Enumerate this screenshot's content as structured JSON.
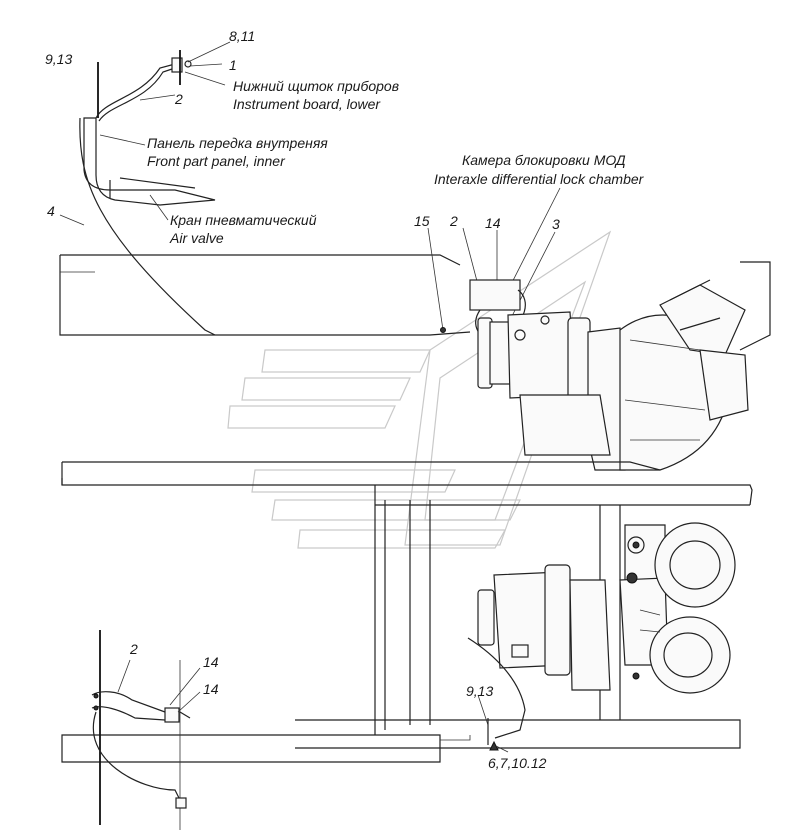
{
  "callouts": {
    "c_8_11": "8,11",
    "c_9_13_top": "9,13",
    "c_1": "1",
    "c_2_top": "2",
    "c_4": "4",
    "c_15": "15",
    "c_2_mid": "2",
    "c_14_mid": "14",
    "c_3": "3",
    "c_2_bottom": "2",
    "c_14_a": "14",
    "c_14_b": "14",
    "c_9_13_bottom": "9,13",
    "c_6_7_10_12": "6,7,10.12"
  },
  "captions": {
    "instrument_board_ru": "Нижний щиток приборов",
    "instrument_board_en": "Instrument board, lower",
    "front_panel_ru": "Панель передка внутреняя",
    "front_panel_en": "Front part panel, inner",
    "air_valve_ru": "Кран пневматический",
    "air_valve_en": "Air valve",
    "lock_chamber_ru": "Камера блокировки МОД",
    "lock_chamber_en": "Interaxle differential lock chamber"
  }
}
